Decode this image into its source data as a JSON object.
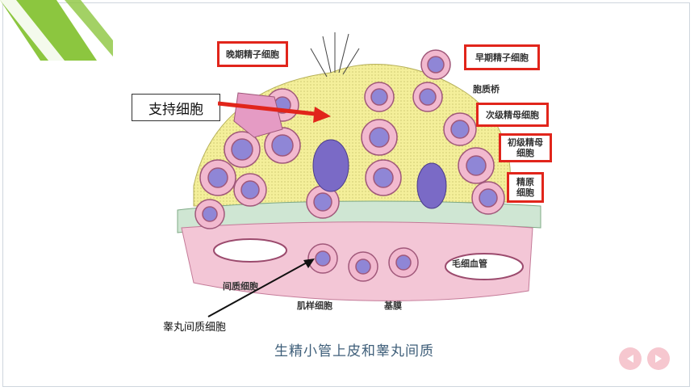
{
  "labels": {
    "late_spermatid": "晚期精子细胞",
    "early_spermatid": "早期精子细胞",
    "cytoplasmic_bridge": "胞质桥",
    "secondary_spermatocyte": "次级精母细胞",
    "primary_spermatocyte_line1": "初级精母",
    "primary_spermatocyte_line2": "细胞",
    "spermatogonium_line1": "精原",
    "spermatogonium_line2": "细胞",
    "sertoli_cell": "支持细胞",
    "capillary": "毛细血管",
    "interstitial_cell": "间质细胞",
    "myoid_cell": "肌样细胞",
    "basement_membrane": "基膜",
    "leydig_cell": "睾丸间质细胞"
  },
  "caption": "生精小管上皮和睾丸间质",
  "nav": {
    "prev_icon": "triangle-left-icon",
    "next_icon": "triangle-right-icon"
  },
  "colors": {
    "accent_green": "#8cc63f",
    "label_border": "#e1251b",
    "nav_bg": "#f6c7cf"
  }
}
